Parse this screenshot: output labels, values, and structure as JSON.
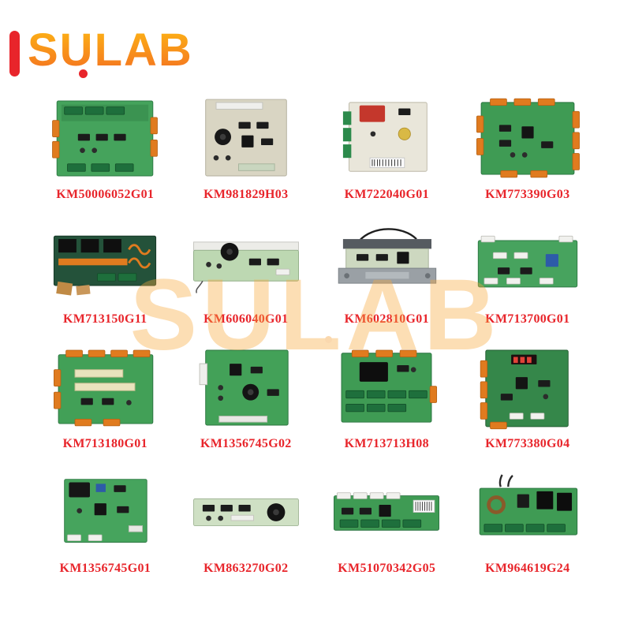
{
  "brand": {
    "logo_text": "SULAB",
    "logo_text_color": "#F7941E",
    "logo_gradient_top": "#FDB515",
    "logo_gradient_bottom": "#F36F21",
    "logo_accent_bar_color": "#E8252B",
    "logo_dot_color": "#E8252B"
  },
  "watermark": {
    "text": "SULAB",
    "color": "#F8A93D",
    "opacity": 0.38
  },
  "label_style": {
    "color": "#E8252B"
  },
  "products": [
    {
      "part_number": "KM50006052G01",
      "photo_alt": "green PCB with orange side connectors"
    },
    {
      "part_number": "KM981829H03",
      "photo_alt": "beige PCB with round inductor"
    },
    {
      "part_number": "KM722040G01",
      "photo_alt": "white PCB with red relay and green terminals"
    },
    {
      "part_number": "KM773390G03",
      "photo_alt": "green PCB with orange connectors on all edges"
    },
    {
      "part_number": "KM713150G11",
      "photo_alt": "dark PCB with relays, orange wire and copper lugs"
    },
    {
      "part_number": "KM606040G01",
      "photo_alt": "long light green PCB with round buzzer"
    },
    {
      "part_number": "KM602810G01",
      "photo_alt": "PCB mounted on metal bracket with cable"
    },
    {
      "part_number": "KM713700G01",
      "photo_alt": "green PCB with white connectors and blue chip"
    },
    {
      "part_number": "KM713180G01",
      "photo_alt": "green PCB with orange top connectors"
    },
    {
      "part_number": "KM1356745G02",
      "photo_alt": "green PCB with round inductor and white connectors"
    },
    {
      "part_number": "KM713713H08",
      "photo_alt": "green PCB with black module and terminal rows"
    },
    {
      "part_number": "KM773380G04",
      "photo_alt": "green PCB with red display and orange side connectors"
    },
    {
      "part_number": "KM1356745G01",
      "photo_alt": "green PCB with SD card slot"
    },
    {
      "part_number": "KM863270G02",
      "photo_alt": "narrow light PCB with round buzzer"
    },
    {
      "part_number": "KM51070342G05",
      "photo_alt": "long green PCB with barcode label"
    },
    {
      "part_number": "KM964619G24",
      "photo_alt": "green PCB with transformers and terminal blocks"
    }
  ]
}
